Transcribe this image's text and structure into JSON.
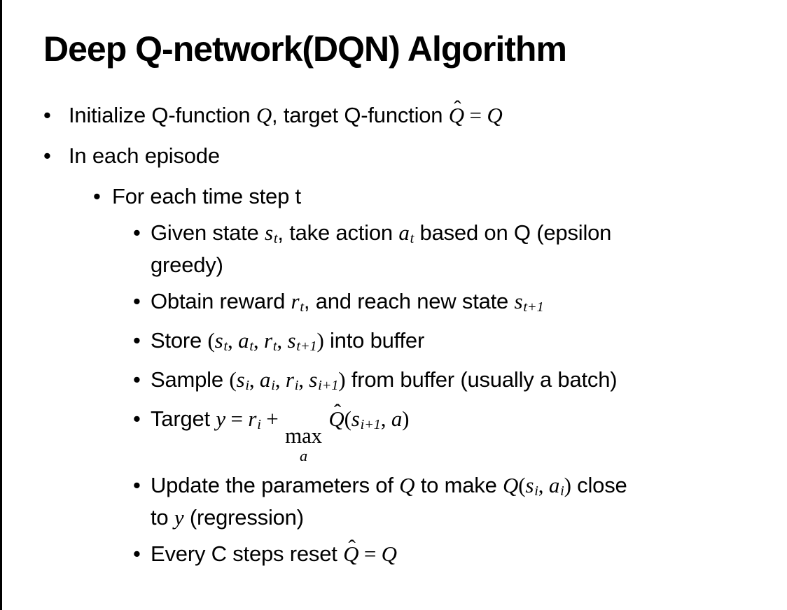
{
  "slide": {
    "title": "Deep Q-network(DQN) Algorithm",
    "bullet_char": "•",
    "bullets": [
      {
        "level": 1,
        "lines": [
          [
            {
              "text": "Initialize Q-function "
            },
            {
              "var": "Q"
            },
            {
              "text": ", target Q-function "
            },
            {
              "var": "Q",
              "hat": true
            },
            {
              "mtext": " = "
            },
            {
              "var": "Q"
            }
          ]
        ]
      },
      {
        "level": 1,
        "lines": [
          [
            {
              "text": "In each episode"
            }
          ]
        ]
      },
      {
        "level": 2,
        "lines": [
          [
            {
              "text": "For each time step t"
            }
          ]
        ]
      },
      {
        "level": 3,
        "lines": [
          [
            {
              "text": "Given state "
            },
            {
              "var": "s",
              "sub": "t"
            },
            {
              "text": ", take action "
            },
            {
              "var": "a",
              "sub": "t"
            },
            {
              "text": " based on Q (epsilon"
            }
          ],
          [
            {
              "text": "greedy)"
            }
          ]
        ]
      },
      {
        "level": 3,
        "lines": [
          [
            {
              "text": "Obtain reward "
            },
            {
              "var": "r",
              "sub": "t"
            },
            {
              "text": ", and reach new state "
            },
            {
              "var": "s",
              "sub": "t+1"
            }
          ]
        ]
      },
      {
        "level": 3,
        "lines": [
          [
            {
              "text": "Store "
            },
            {
              "mtext": "("
            },
            {
              "var": "s",
              "sub": "t"
            },
            {
              "mtext": ", "
            },
            {
              "var": "a",
              "sub": "t"
            },
            {
              "mtext": ", "
            },
            {
              "var": "r",
              "sub": "t"
            },
            {
              "mtext": ", "
            },
            {
              "var": "s",
              "sub": "t+1"
            },
            {
              "mtext": ")"
            },
            {
              "text": " into buffer"
            }
          ]
        ]
      },
      {
        "level": 3,
        "lines": [
          [
            {
              "text": "Sample "
            },
            {
              "mtext": "("
            },
            {
              "var": "s",
              "sub": "i"
            },
            {
              "mtext": ", "
            },
            {
              "var": "a",
              "sub": "i"
            },
            {
              "mtext": ", "
            },
            {
              "var": "r",
              "sub": "i"
            },
            {
              "mtext": ", "
            },
            {
              "var": "s",
              "sub": "i+1"
            },
            {
              "mtext": ")"
            },
            {
              "text": " from buffer (usually a batch)"
            }
          ]
        ]
      },
      {
        "level": 3,
        "lines": [
          [
            {
              "text": "Target "
            },
            {
              "var": "y"
            },
            {
              "mtext": " = "
            },
            {
              "var": "r",
              "sub": "i"
            },
            {
              "mtext": " + "
            },
            {
              "op": "max",
              "under": "a"
            },
            {
              "mtext": " "
            },
            {
              "var": "Q",
              "hat": true
            },
            {
              "mtext": "("
            },
            {
              "var": "s",
              "sub": "i+1"
            },
            {
              "mtext": ", "
            },
            {
              "var": "a"
            },
            {
              "mtext": ")"
            }
          ]
        ]
      },
      {
        "level": 3,
        "lines": [
          [
            {
              "text": "Update the parameters of "
            },
            {
              "var": "Q"
            },
            {
              "text": " to make "
            },
            {
              "var": "Q"
            },
            {
              "mtext": "("
            },
            {
              "var": "s",
              "sub": "i"
            },
            {
              "mtext": ", "
            },
            {
              "var": "a",
              "sub": "i"
            },
            {
              "mtext": ")"
            },
            {
              "text": " close"
            }
          ],
          [
            {
              "text": "to "
            },
            {
              "var": "y"
            },
            {
              "text": " (regression)"
            }
          ]
        ]
      },
      {
        "level": 3,
        "lines": [
          [
            {
              "text": "Every C steps reset "
            },
            {
              "var": "Q",
              "hat": true
            },
            {
              "mtext": " = "
            },
            {
              "var": "Q"
            }
          ]
        ]
      }
    ]
  },
  "colors": {
    "background": "#ffffff",
    "text": "#000000",
    "border": "#000000"
  }
}
